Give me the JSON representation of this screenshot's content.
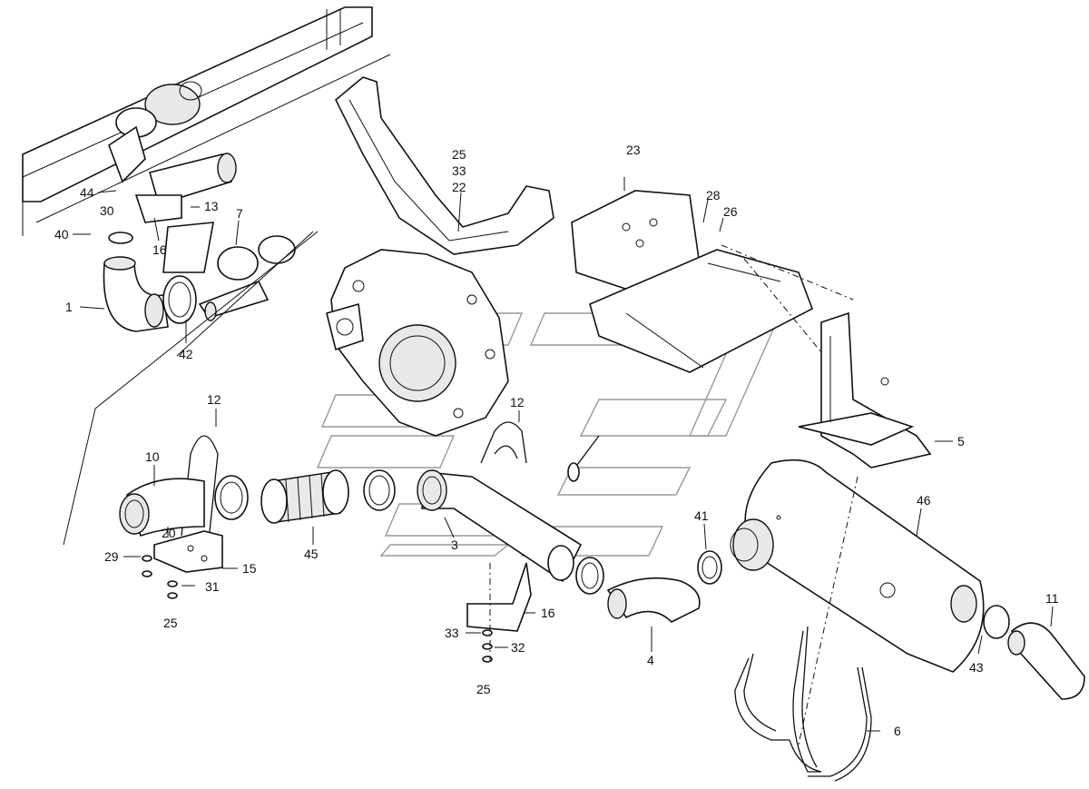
{
  "diagram": {
    "labels": {
      "l44": "44",
      "l30": "30",
      "l40": "40",
      "l16a": "16",
      "l13": "13",
      "l7": "7",
      "l1": "1",
      "l42": "42",
      "l25a": "25",
      "l33a": "33",
      "l22": "22",
      "l23": "23",
      "l28": "28",
      "l26": "26",
      "l12a": "12",
      "l10": "10",
      "l20": "20",
      "l29": "29",
      "l15": "15",
      "l31": "31",
      "l25b": "25",
      "l45": "45",
      "l12b": "12",
      "l3": "3",
      "l16b": "16",
      "l33b": "33",
      "l32": "32",
      "l25c": "25",
      "l4": "4",
      "l41": "41",
      "l46": "46",
      "l5": "5",
      "l11": "11",
      "l43": "43",
      "l6": "6"
    }
  }
}
